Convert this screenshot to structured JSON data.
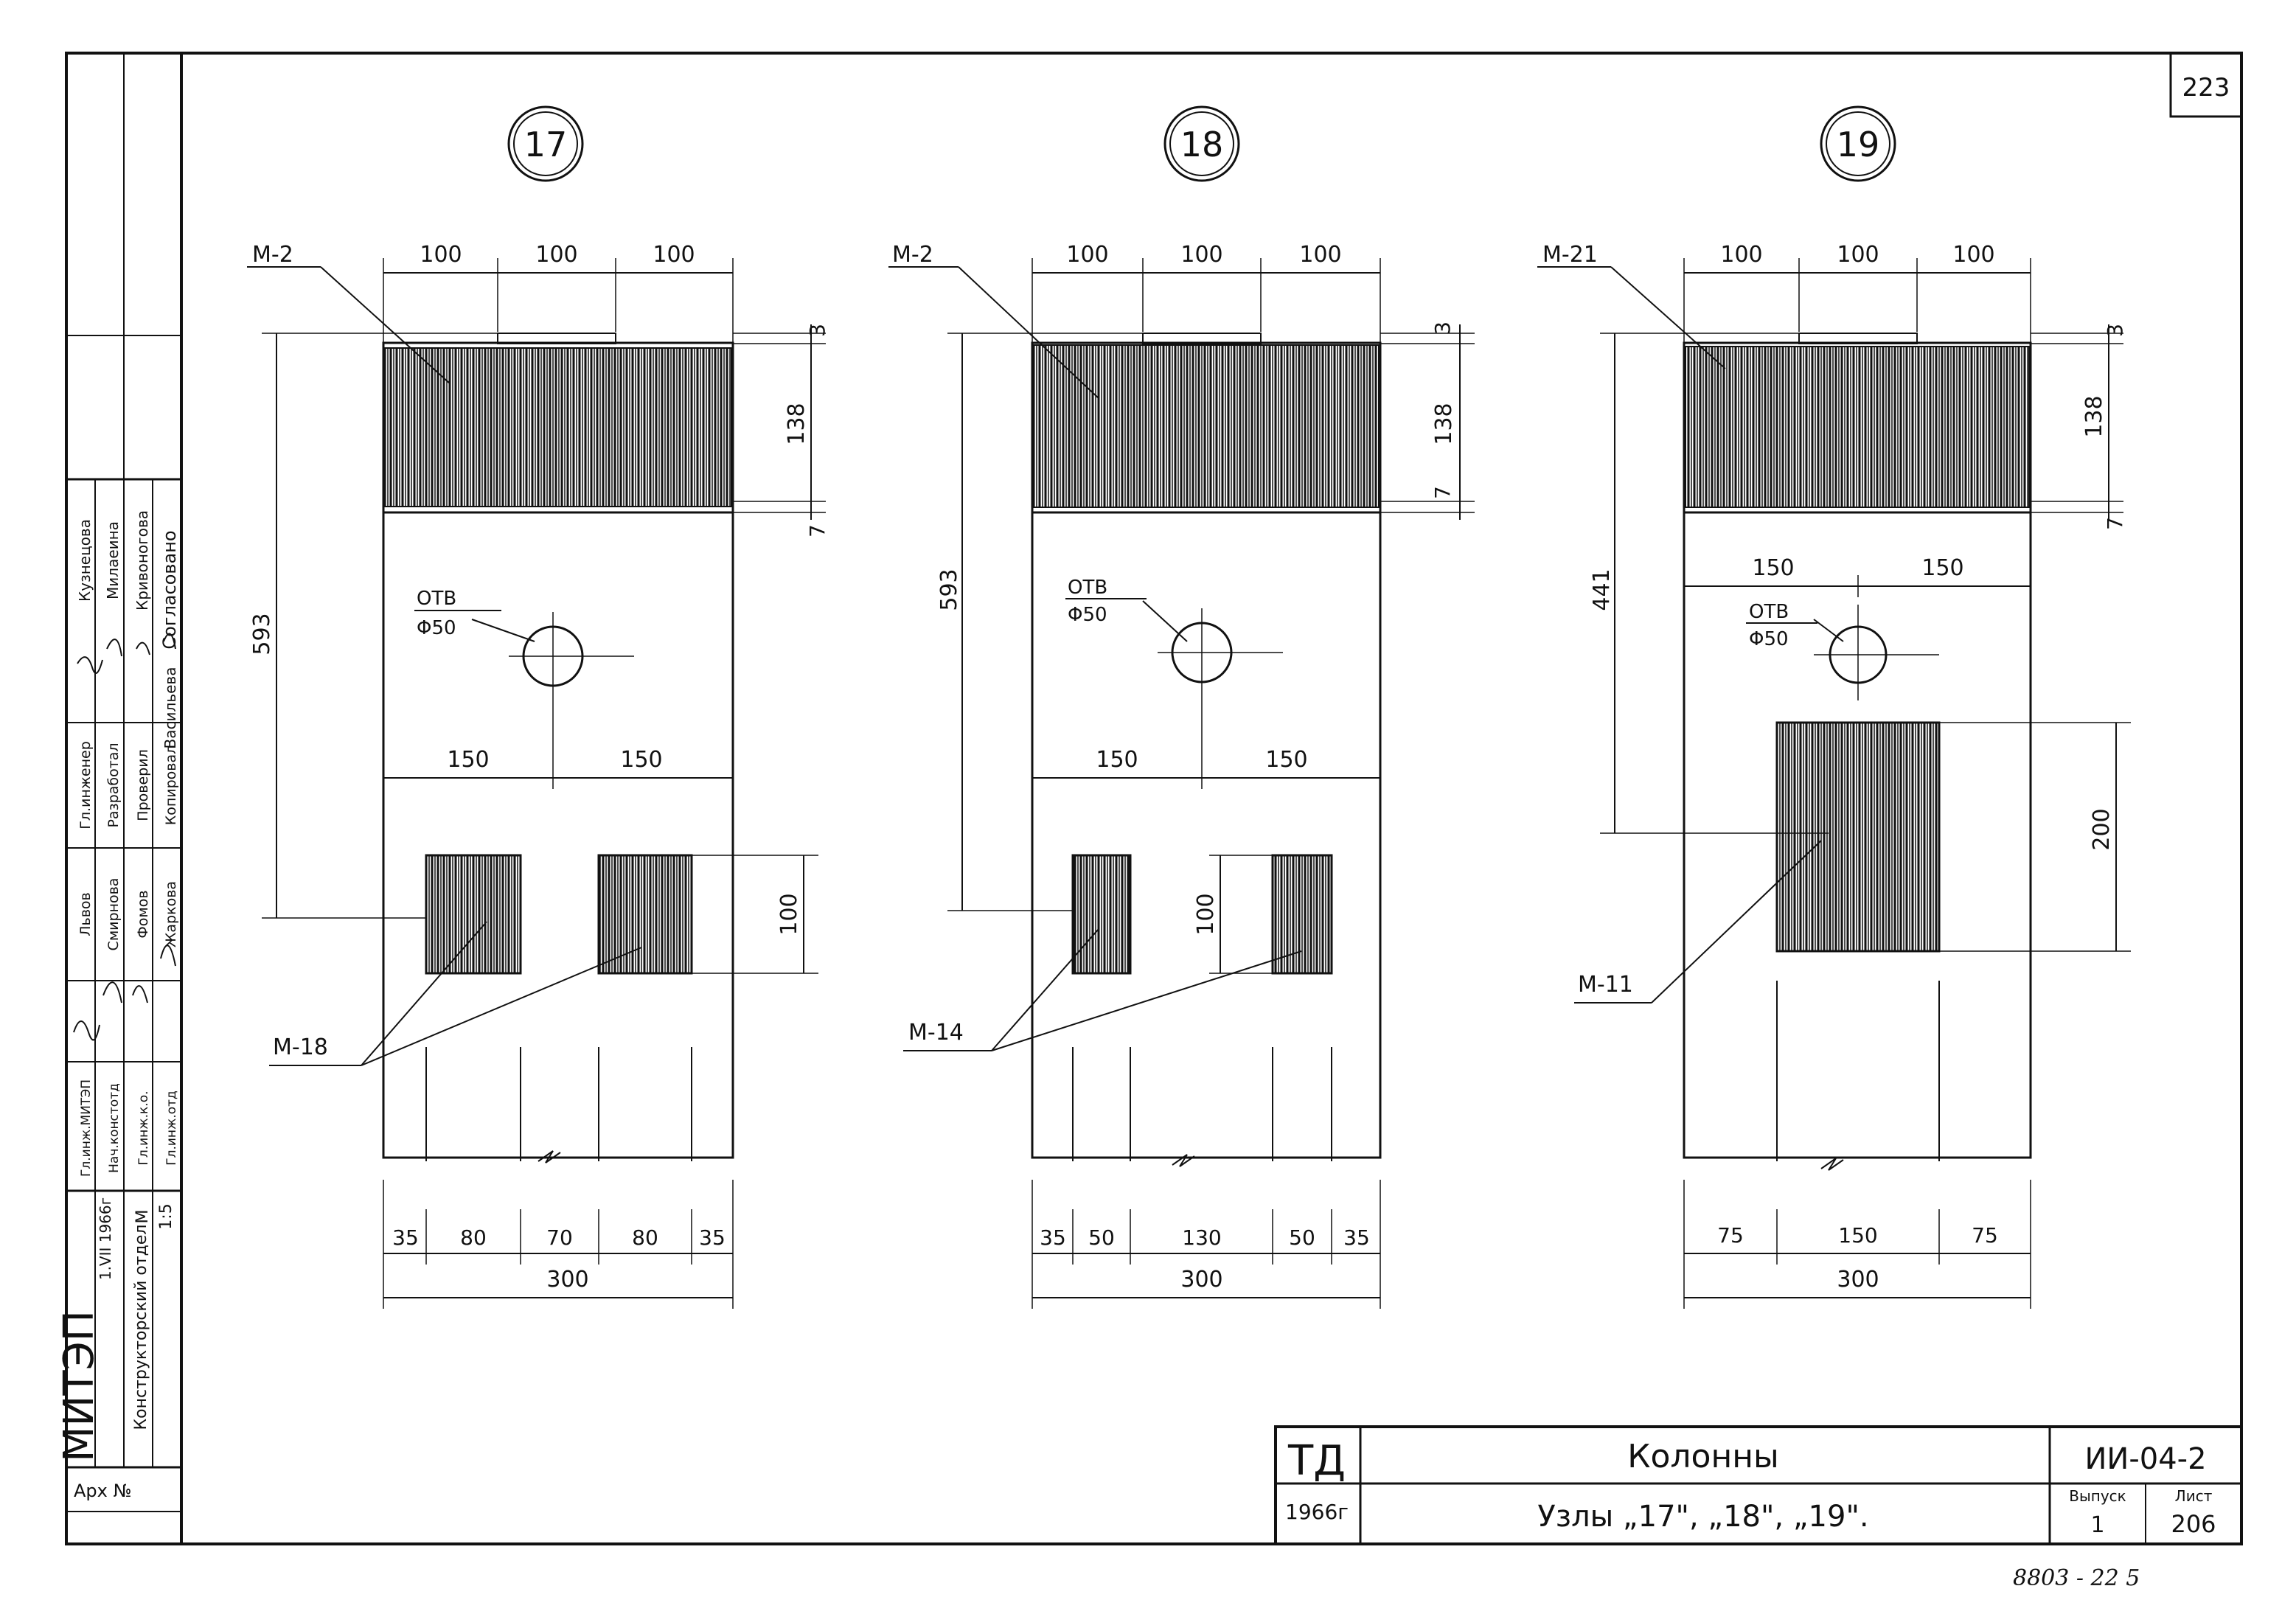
{
  "sheet": {
    "page_number": "223",
    "bottom_scribble": "8803 - 22 5"
  },
  "title_block": {
    "td_label": "ТД",
    "td_year": "1966г",
    "title": "Колонны",
    "subtitle": "Узлы „17\", „18\", „19\".",
    "series": "ИИ-04-2",
    "issue_label": "Выпуск",
    "issue_value": "1",
    "sheet_label": "Лист",
    "sheet_value": "206"
  },
  "side_stamp": {
    "approved": "Согласовано",
    "approvers": [
      "Кузнецова",
      "Милаеина",
      "Кривоногова",
      "Васильева"
    ],
    "roles": [
      "Гл.инженер",
      "Разработал",
      "Проверил",
      "Копировал"
    ],
    "people": [
      "Львов",
      "Смирнова",
      "Фомов",
      "Жаркова"
    ],
    "roles2": [
      "Гл.инж.МИТЭП",
      "Нач.констотд",
      "Гл.инж.к.о.",
      "Гл.инж.отд"
    ],
    "org": "МИТЭП",
    "dept": "Конструкторский отдел",
    "date": "1.VII 1966г",
    "scale_label": "М",
    "scale_value": "1:5",
    "archive": "Арх №"
  },
  "nodes": [
    {
      "number": "17",
      "top_dims": [
        "100",
        "100",
        "100"
      ],
      "right_dims": [
        "3",
        "138",
        "7"
      ],
      "left_dim": "593",
      "hole": [
        "ОТВ",
        "Φ50"
      ],
      "mid_dims": [
        "150",
        "150"
      ],
      "plate_dim": "100",
      "top_tag": "М-2",
      "bottom_tag": "М-18",
      "bottom_dims": [
        "35",
        "80",
        "70",
        "80",
        "35"
      ],
      "total": "300"
    },
    {
      "number": "18",
      "top_dims": [
        "100",
        "100",
        "100"
      ],
      "right_dims": [
        "3",
        "138",
        "7"
      ],
      "left_dim": "593",
      "hole": [
        "ОТВ",
        "Φ50"
      ],
      "mid_dims": [
        "150",
        "150"
      ],
      "plate_dim": "100",
      "top_tag": "М-2",
      "bottom_tag": "М-14",
      "bottom_dims": [
        "35",
        "50",
        "130",
        "50",
        "35"
      ],
      "total": "300"
    },
    {
      "number": "19",
      "top_dims": [
        "100",
        "100",
        "100"
      ],
      "right_dims": [
        "3",
        "138",
        "7"
      ],
      "left_dim": "441",
      "hole": [
        "ОТВ",
        "Φ50"
      ],
      "mid_dims": [
        "150",
        "150"
      ],
      "plate_dim": "200",
      "top_tag": "М-21",
      "bottom_tag": "М-11",
      "bottom_dims": [
        "75",
        "150",
        "75"
      ],
      "total": "300"
    }
  ]
}
